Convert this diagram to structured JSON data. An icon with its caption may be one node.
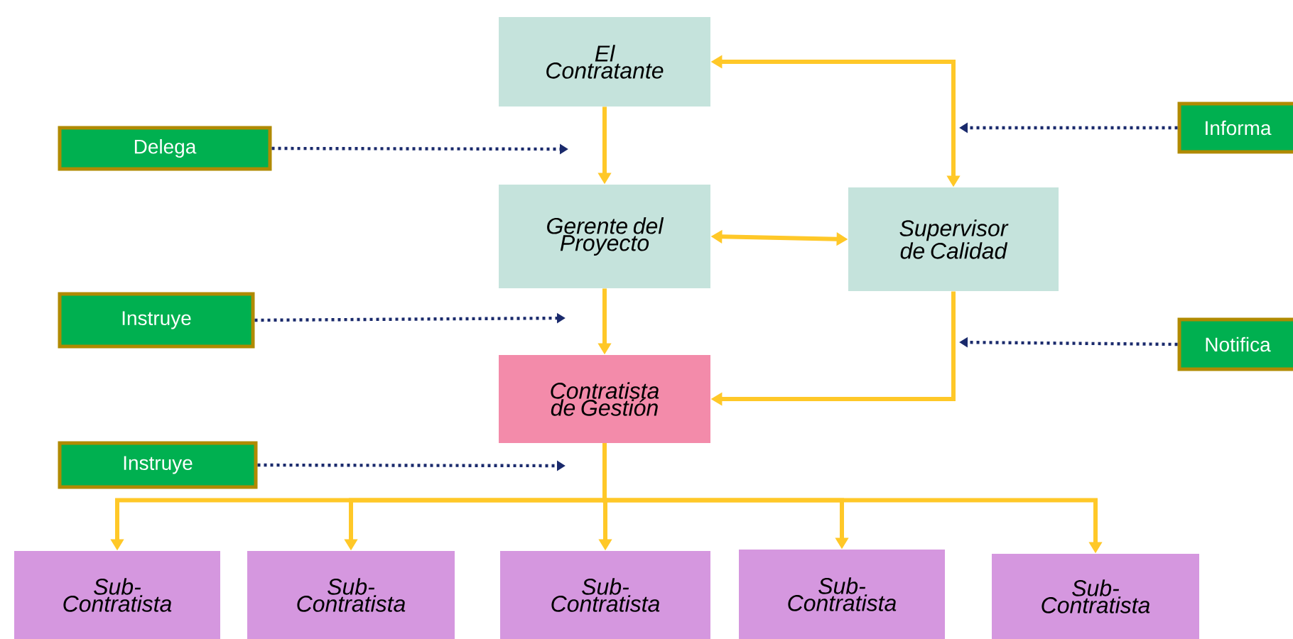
{
  "diagram": {
    "nodes": [
      {
        "text": [
          "El Contratante"
        ]
      },
      {
        "text": [
          "Gerente del Proyecto"
        ]
      },
      {
        "text": [
          "Supervisor de Calidad"
        ]
      },
      {
        "text": [
          "Contratista de Gestión"
        ]
      },
      {
        "text": [
          "Delega"
        ]
      },
      {
        "text": [
          "Informa"
        ]
      },
      {
        "text": [
          "Instruye"
        ]
      },
      {
        "text": [
          "Notifica"
        ]
      },
      {
        "text": [
          "Instruye"
        ]
      },
      {
        "text": [
          "Sub- Contratista"
        ]
      },
      {
        "text": [
          "Sub- Contratista"
        ]
      },
      {
        "text": [
          "Sub- Contratista"
        ]
      },
      {
        "text": [
          "Sub- Contratista"
        ]
      },
      {
        "text": [
          "Sub- Contratista"
        ]
      }
    ],
    "edges": [
      {
        "from": 0,
        "to": 1,
        "arrow": "to"
      },
      {
        "from": 1,
        "to": 2,
        "arrow": "both"
      },
      {
        "from": 2,
        "to": 0,
        "arrow": "both"
      },
      {
        "from": 1,
        "to": 3,
        "arrow": "to"
      },
      {
        "from": 2,
        "to": 3,
        "arrow": "to"
      },
      {
        "from": 3,
        "to": 9,
        "arrow": "to"
      },
      {
        "from": 3,
        "to": 10,
        "arrow": "to"
      },
      {
        "from": 3,
        "to": 11,
        "arrow": "to"
      },
      {
        "from": 3,
        "to": 12,
        "arrow": "to"
      },
      {
        "from": 3,
        "to": 13,
        "arrow": "to"
      },
      {
        "from": 4,
        "to": null,
        "arrow": "to",
        "style": "dashed",
        "color": "#1a2a6c"
      },
      {
        "from": 5,
        "to": null,
        "arrow": "to",
        "style": "dashed",
        "color": "#1a2a6c"
      },
      {
        "from": 6,
        "to": null,
        "arrow": "to",
        "style": "dashed",
        "color": "#1a2a6c"
      },
      {
        "from": 7,
        "to": null,
        "arrow": "to",
        "style": "dashed",
        "color": "#1a2a6c"
      },
      {
        "from": 8,
        "to": null,
        "arrow": "to",
        "style": "dashed",
        "color": "#1a2a6c"
      }
    ]
  }
}
